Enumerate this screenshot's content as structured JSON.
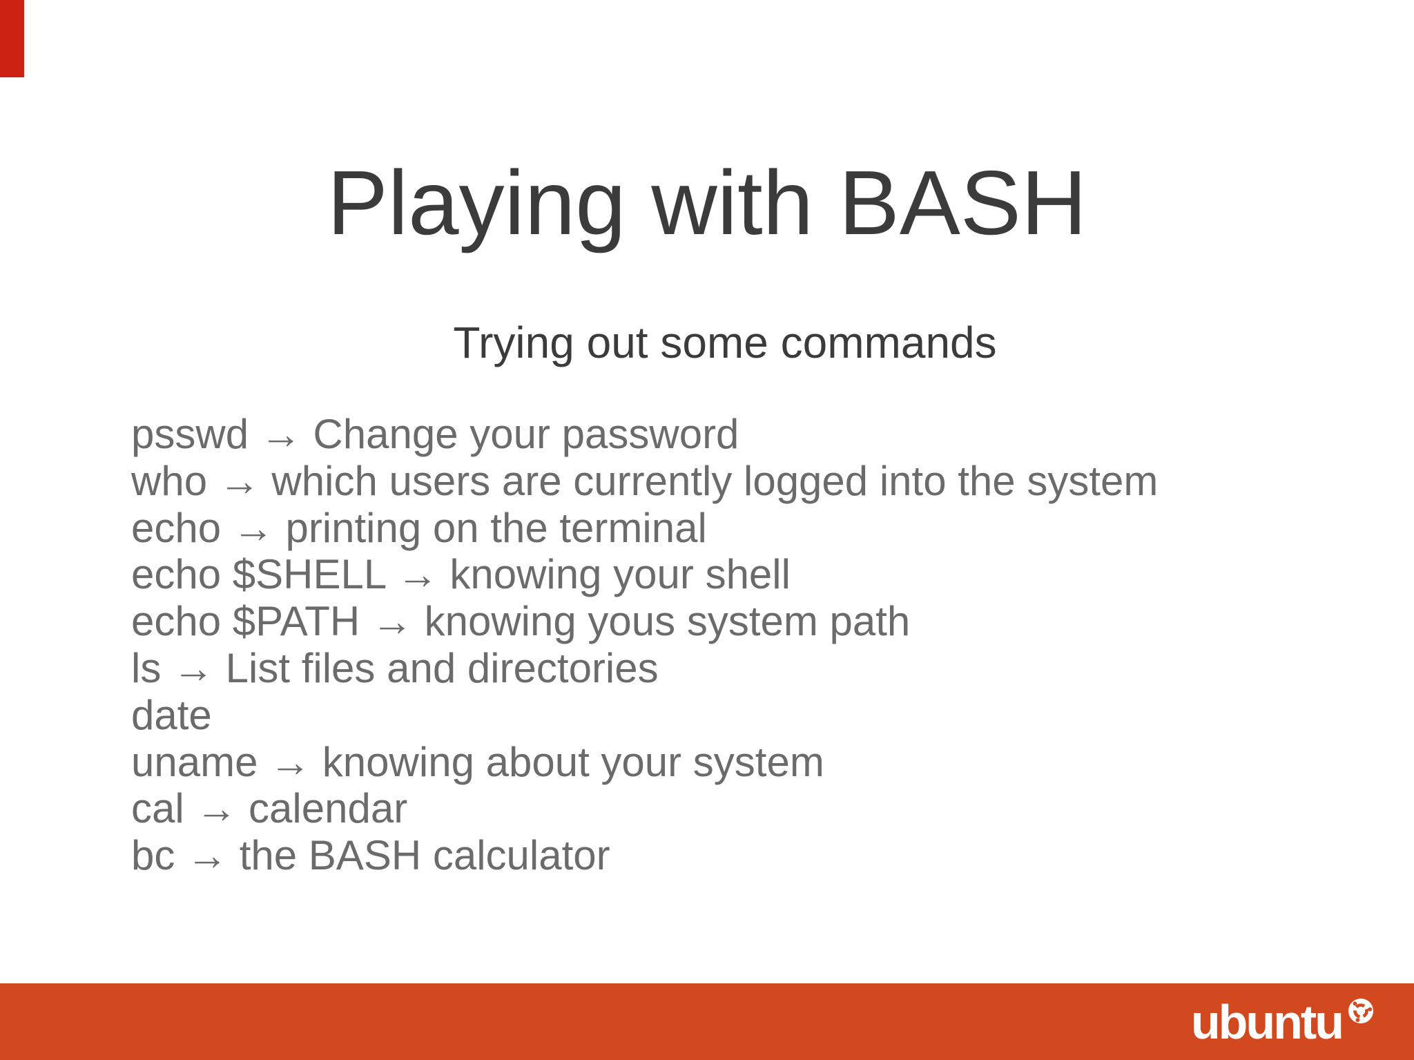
{
  "slide": {
    "title": "Playing with BASH",
    "subtitle": "Trying out some commands",
    "commands": [
      "psswd → Change your password",
      "who → which users are currently logged into the system",
      "echo → printing on the terminal",
      "echo $SHELL → knowing your shell",
      "echo $PATH → knowing yous system path",
      "ls → List files and directories",
      "date",
      "uname → knowing about your system",
      "cal → calendar",
      "bc → the BASH calculator"
    ]
  },
  "footer": {
    "brand": "ubuntu",
    "logo_icon": "ubuntu-circle-of-friends"
  },
  "colors": {
    "footer_bg": "#D2491F",
    "accent_tab": "#CC2213",
    "heading_text": "#3B3B3B",
    "body_text": "#6B6B6B"
  }
}
